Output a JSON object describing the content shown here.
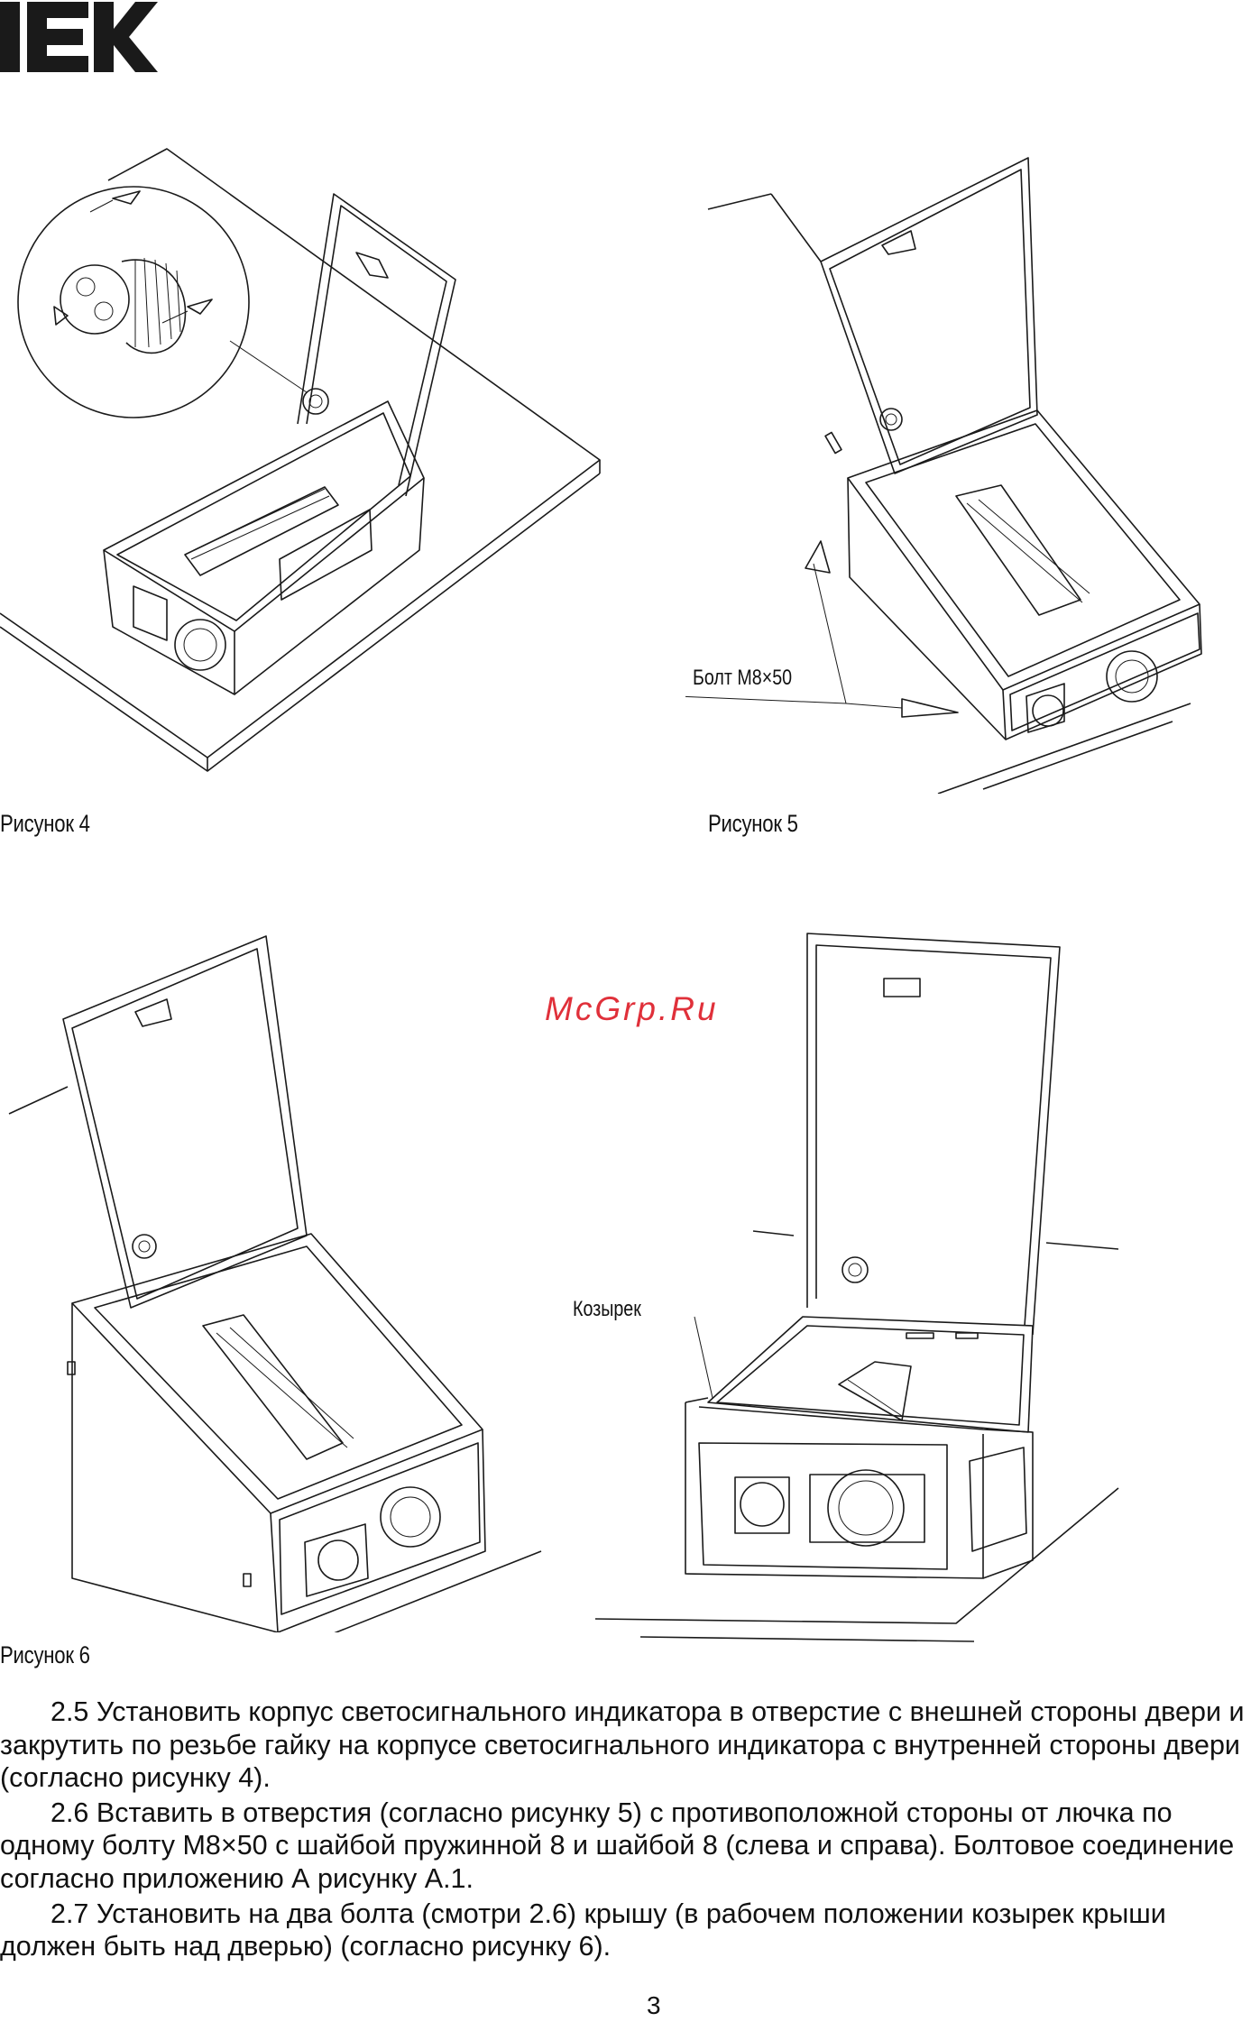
{
  "brand": {
    "logo_text": "IEK"
  },
  "figures": [
    {
      "id": "fig4",
      "caption": "Рисунок 4"
    },
    {
      "id": "fig5",
      "caption": "Рисунок 5",
      "callout": "Болт М8×50"
    },
    {
      "id": "fig6",
      "caption": "Рисунок 6",
      "callout": "Козырек"
    }
  ],
  "watermark": "McGrp.Ru",
  "paragraphs": [
    "2.5  Установить корпус светосигнального индикатора в отверстие с внешней стороны двери и закрутить по резьбе гайку на корпусе светосигнального индикатора с внутренней стороны двери (согласно рисунку 4).",
    "2.6  Вставить в отверстия (согласно рисунку 5) с противоположной стороны от лючка по одному болту М8×50 с шайбой пружинной 8 и шайбой 8 (слева и справа). Болтовое соединение согласно приложению А рисунку А.1.",
    "2.7  Установить на два болта (смотри 2.6) крышу (в рабочем положении козырек крыши должен быть над дверью) (согласно рисунку 6)."
  ],
  "page_number": "3"
}
